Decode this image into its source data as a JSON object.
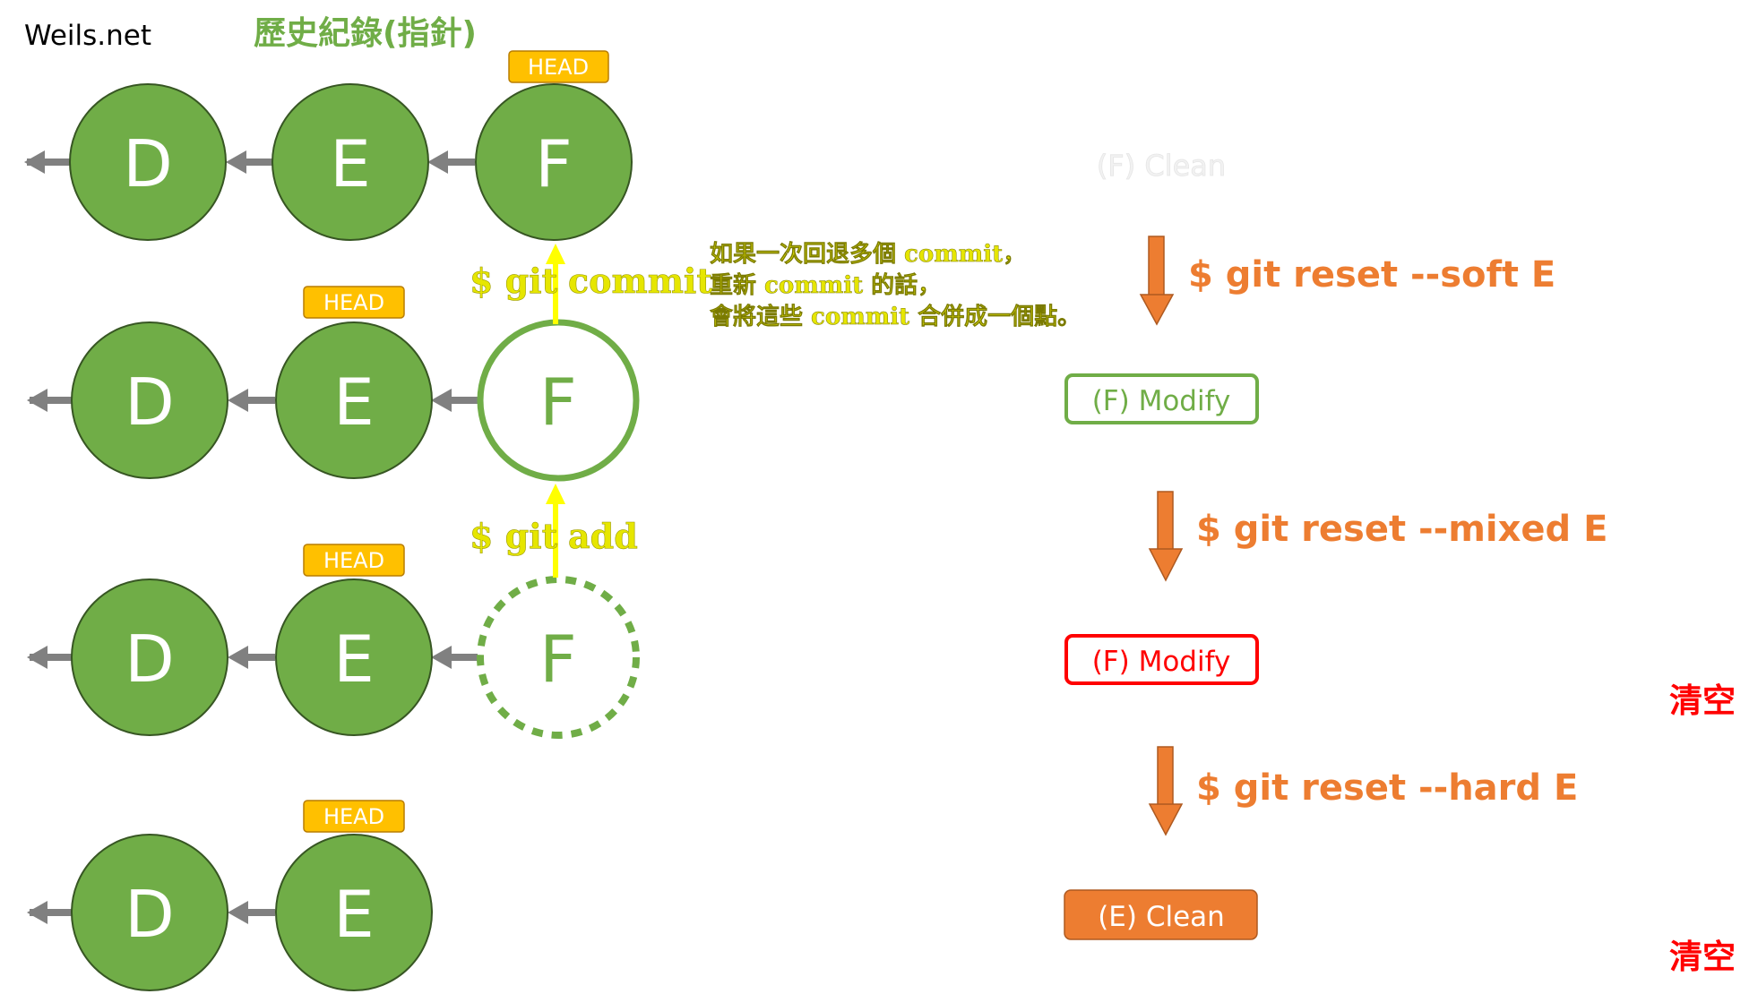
{
  "site": "Weils.net",
  "title": "歷史紀錄(指針)",
  "head_label": "HEAD",
  "commit_labels": {
    "d": "D",
    "e": "E",
    "f": "F"
  },
  "git_commit": {
    "prefix": "$ git",
    "cmd": "commit"
  },
  "git_add": {
    "prefix": "$ git",
    "cmd": "add"
  },
  "note": [
    "如果一次回退多個 commit，",
    "重新 commit 的話，",
    "會將這些 commit 合併成一個點。"
  ],
  "states": {
    "clean_f": "(F) Clean",
    "modify_green": "(F) Modify",
    "modify_red": "(F) Modify",
    "clean_e": "(E) Clean"
  },
  "resets": {
    "soft": "$ git reset --soft E",
    "mixed": "$ git reset --mixed E",
    "hard": "$ git reset --hard E"
  },
  "clear_label": "清空",
  "colors": {
    "node_fill": "#70ad47",
    "node_stroke": "#375623",
    "node_text": "#ffffff",
    "title": "#70ad47",
    "head_fill": "#ffc000",
    "head_stroke": "#b97d00",
    "chain_arrow": "#808080",
    "git_cmd": "#e6e600",
    "reset": "#ed7d31",
    "clear": "#ff0000",
    "ghost_text": "#f2f2f2"
  }
}
